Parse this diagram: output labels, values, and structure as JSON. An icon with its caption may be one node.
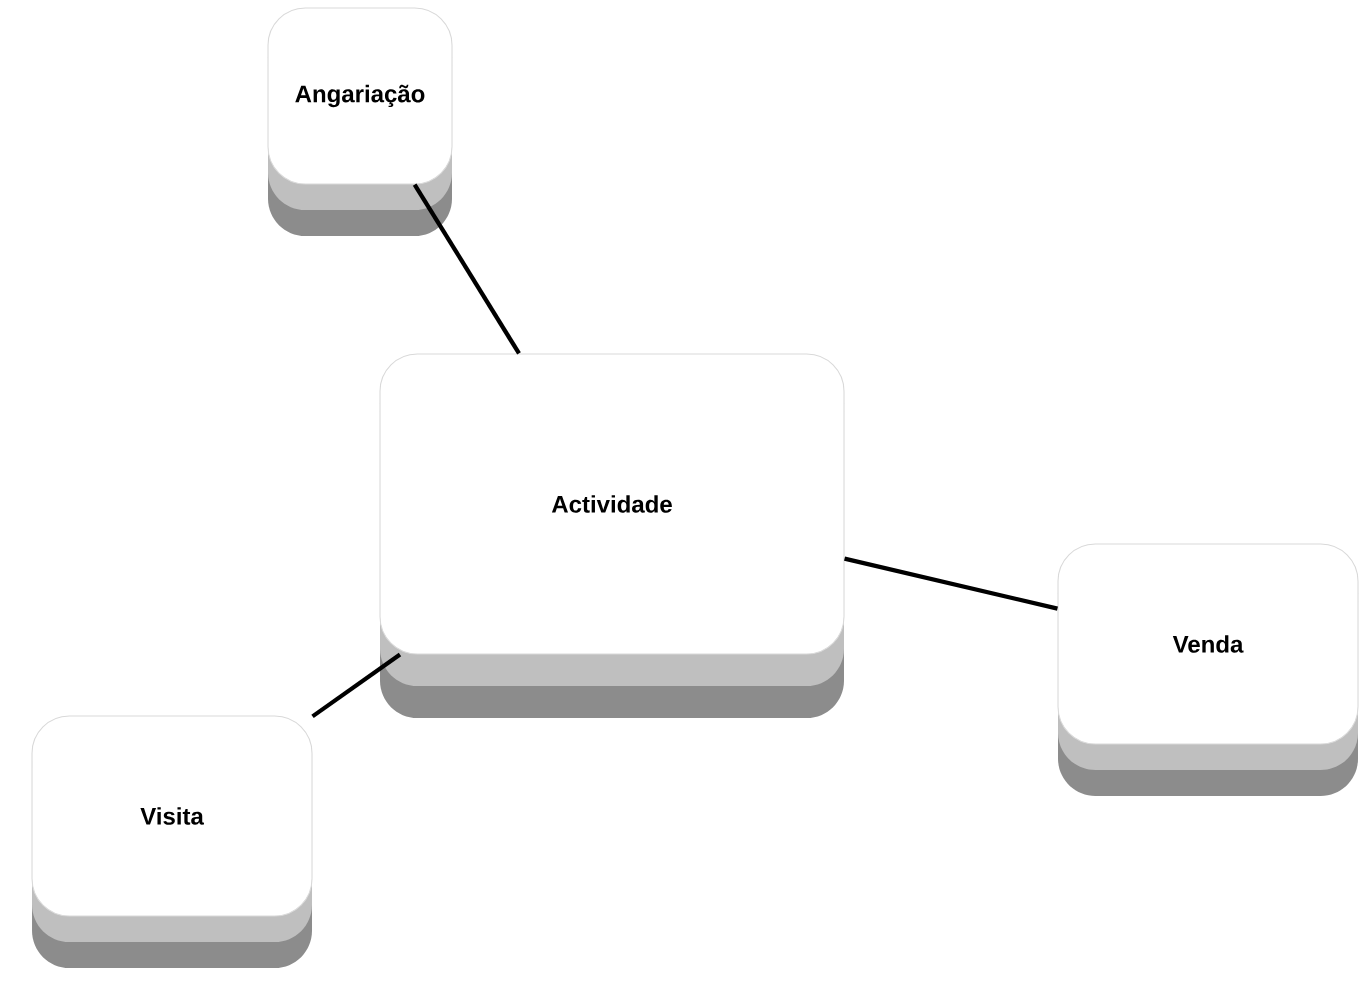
{
  "diagram": {
    "nodes": [
      {
        "text": [
          "Angariação"
        ]
      },
      {
        "text": [
          "Actividade"
        ]
      },
      {
        "text": [
          "Venda"
        ]
      },
      {
        "text": [
          "Visita"
        ]
      }
    ],
    "edges": [
      {
        "from": 1,
        "to": 0,
        "arrow": "none"
      },
      {
        "from": 1,
        "to": 2,
        "arrow": "none"
      },
      {
        "from": 1,
        "to": 3,
        "arrow": "none"
      }
    ]
  }
}
